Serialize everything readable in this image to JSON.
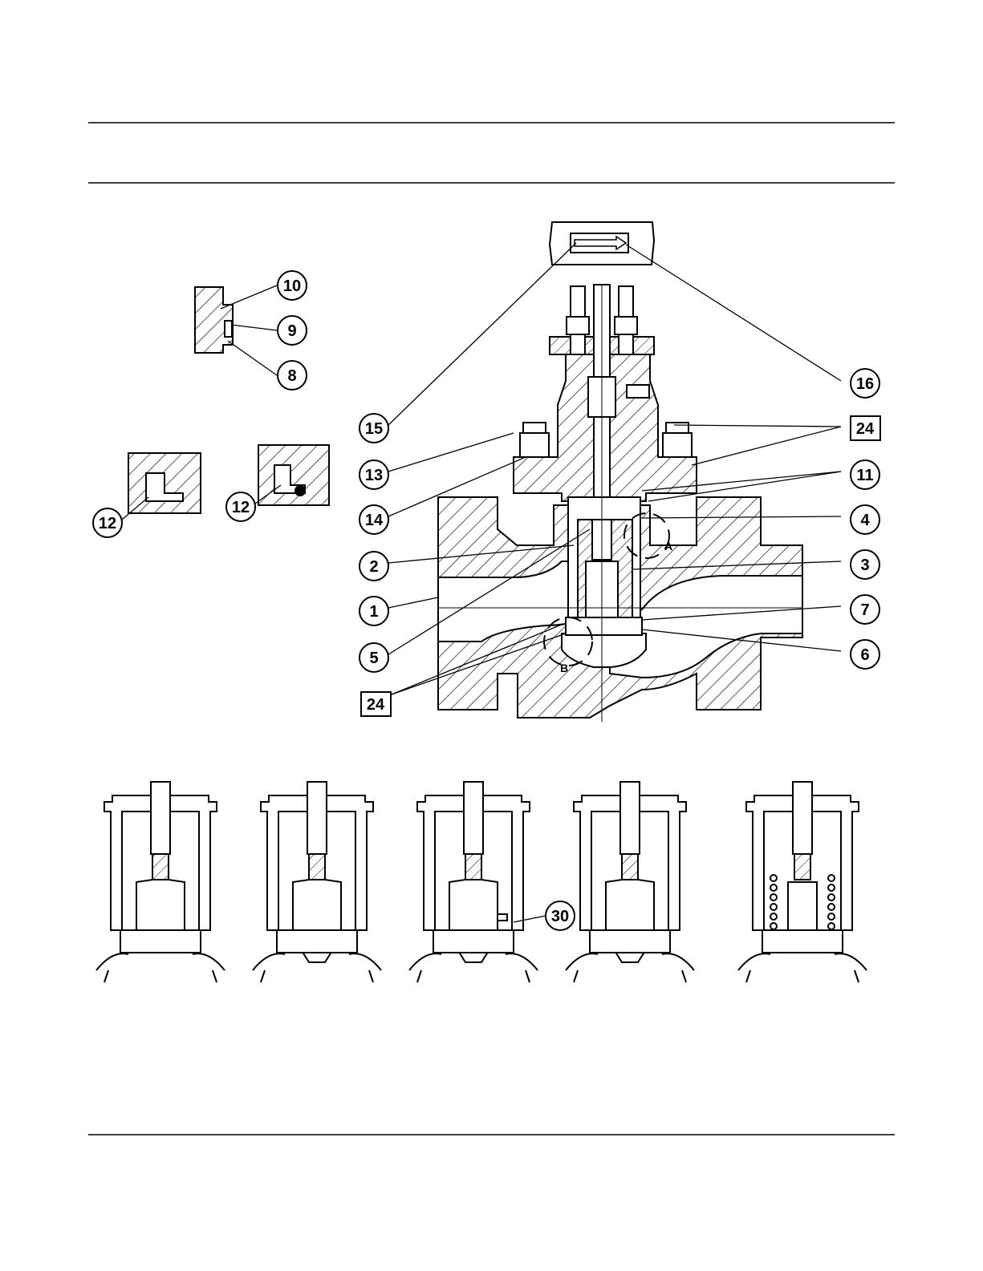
{
  "figure": {
    "callouts": {
      "c1": "1",
      "c2": "2",
      "c3": "3",
      "c4": "4",
      "c5": "5",
      "c6": "6",
      "c7": "7",
      "c8": "8",
      "c9": "9",
      "c10": "10",
      "c11": "11",
      "c12a": "12",
      "c12b": "12",
      "c13": "13",
      "c14": "14",
      "c15": "15",
      "c16": "16",
      "c30": "30"
    },
    "boxed_callouts": {
      "b24a": "24",
      "b24b": "24"
    },
    "detail_letters": {
      "a": "A",
      "b": "B"
    }
  },
  "colors": {
    "ink": "#000000",
    "paper": "#ffffff"
  }
}
